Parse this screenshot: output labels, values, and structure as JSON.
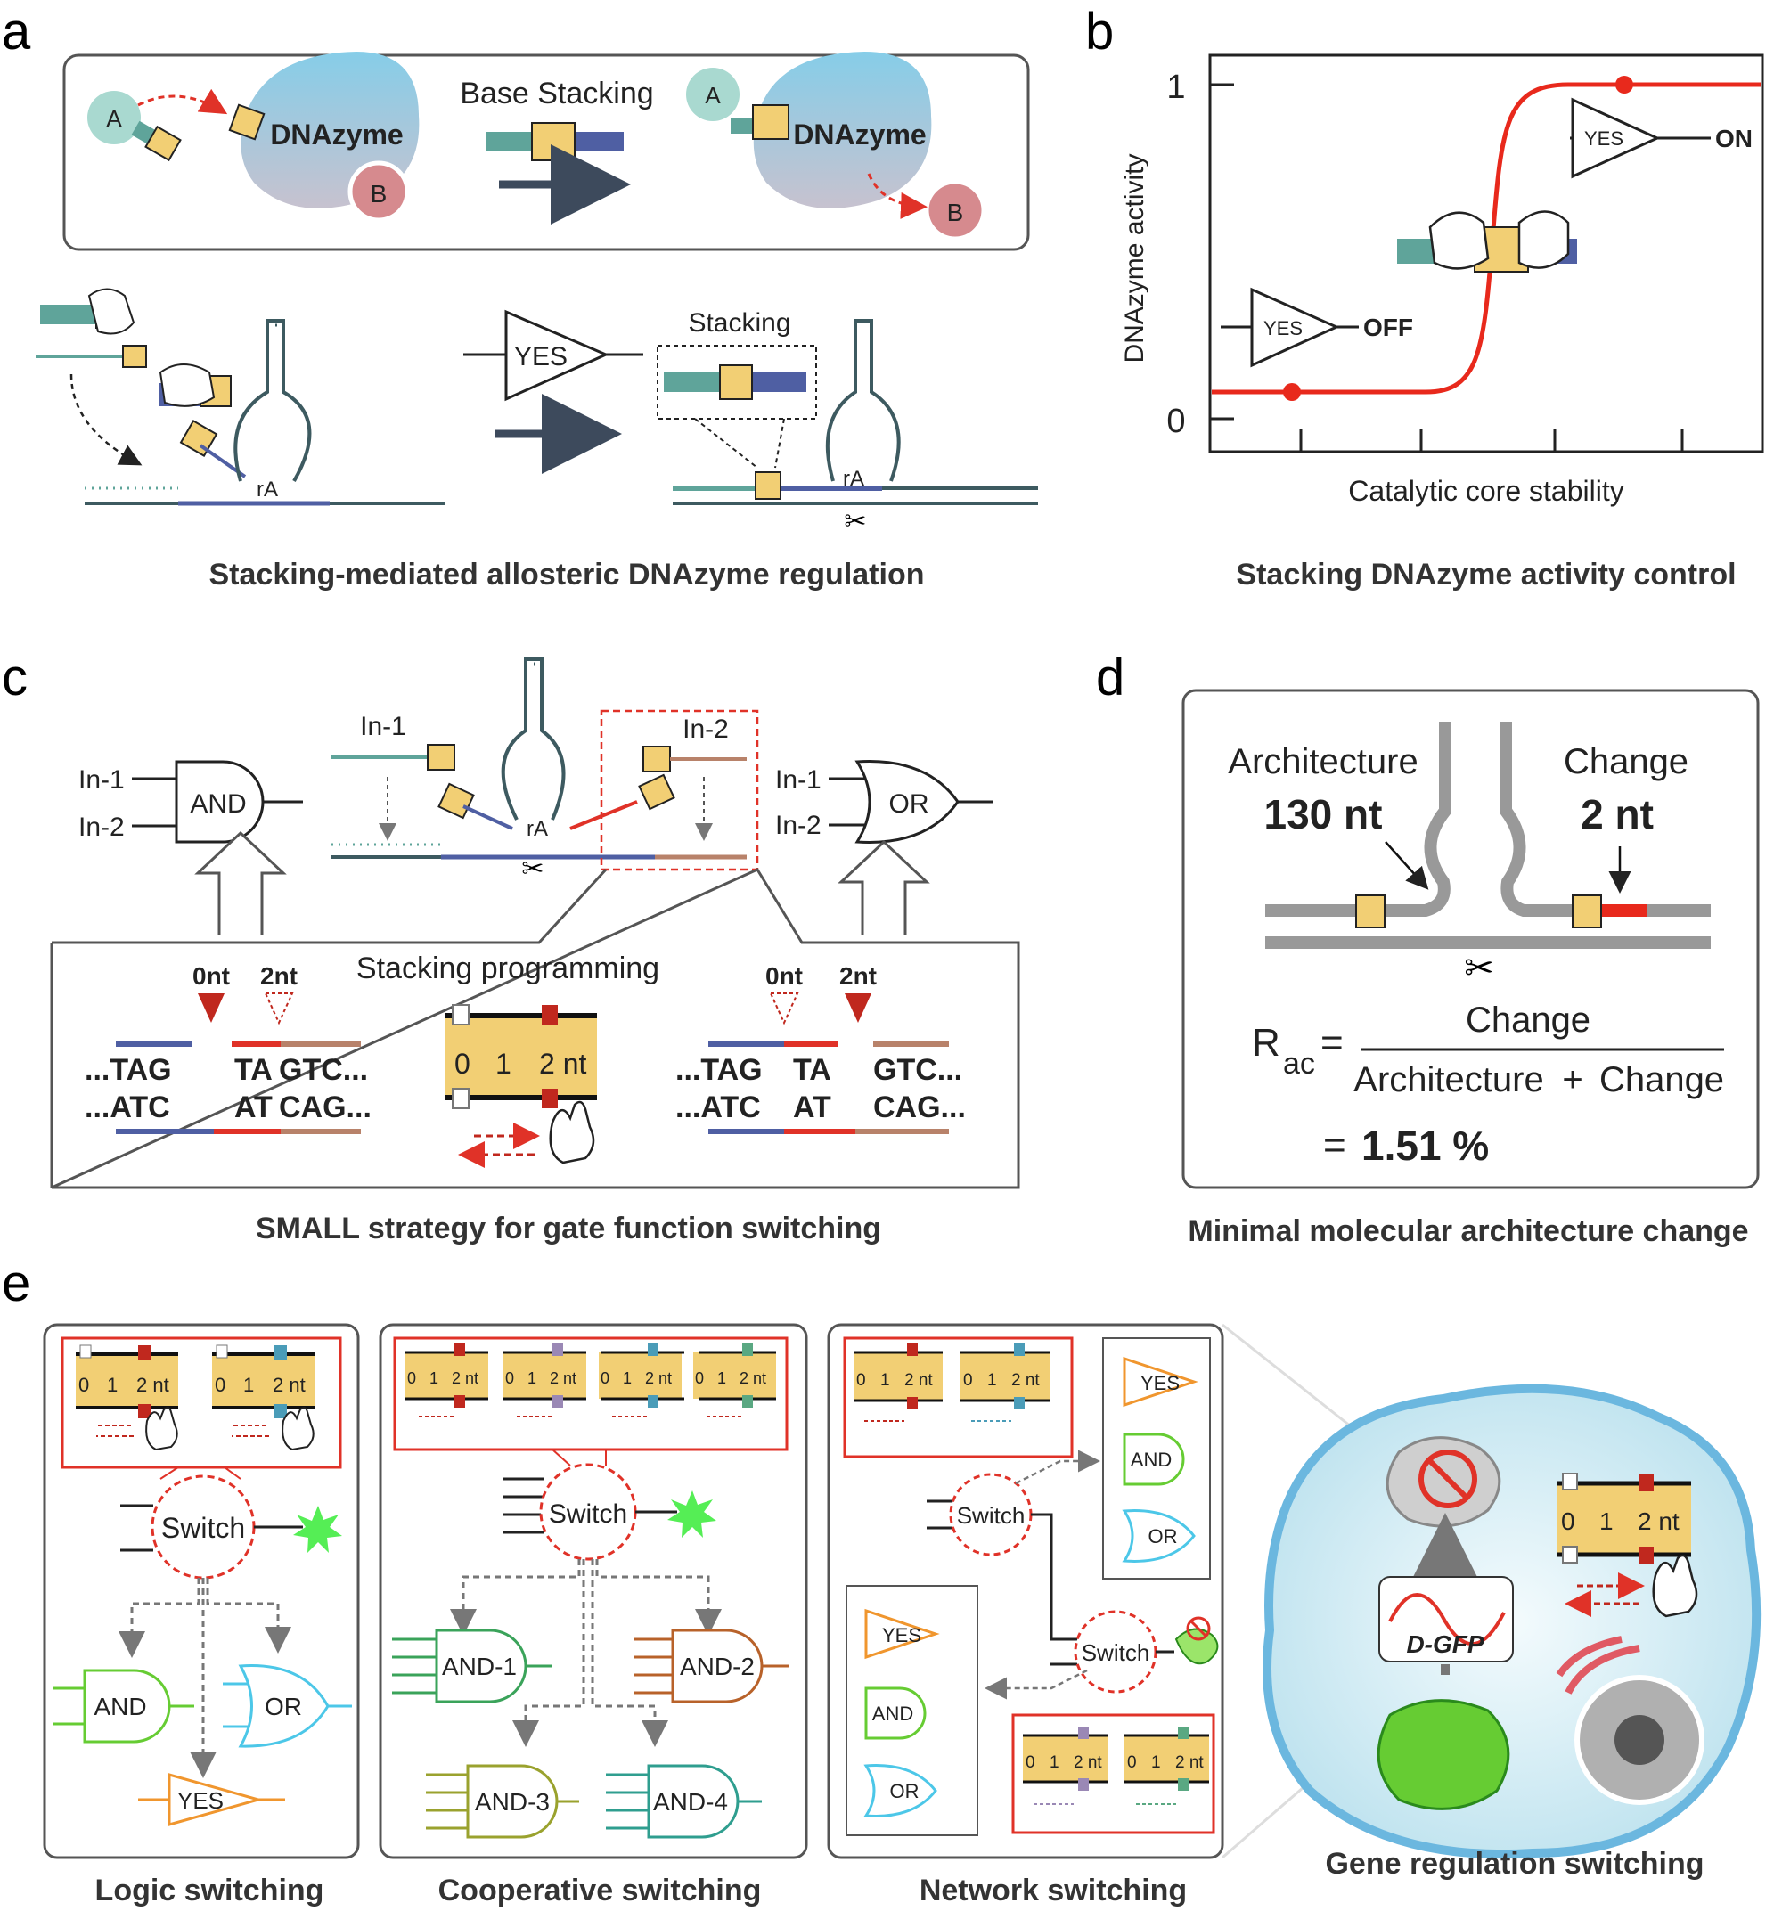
{
  "panels": {
    "a": {
      "letter": "a",
      "base_stacking": "Base Stacking",
      "enzyme": "DNAzyme",
      "node_a": "A",
      "node_b": "B",
      "gate_yes": "YES",
      "stacking": "Stacking",
      "ra": "rA",
      "caption": "Stacking-mediated allosteric DNAzyme regulation"
    },
    "b": {
      "letter": "b",
      "ylabel": "DNAzyme activity",
      "xlabel": "Catalytic core stability",
      "tick_1": "1",
      "tick_0": "0",
      "gate_yes": "YES",
      "off": "OFF",
      "on": "ON",
      "caption": "Stacking DNAzyme activity control"
    },
    "c": {
      "letter": "c",
      "in1": "In-1",
      "in2": "In-2",
      "and": "AND",
      "or": "OR",
      "ra": "rA",
      "programming": "Stacking programming",
      "nt0": "0nt",
      "nt2": "2nt",
      "left_top_blue": "...TAG",
      "left_top_red": "TA",
      "left_top_brown": "GTC...",
      "left_bot_blue": "...ATC",
      "left_bot_red": "AT",
      "left_bot_brown": "CAG...",
      "right_top_blue": "...TAG",
      "right_top_red": "TA",
      "right_top_brown": "GTC...",
      "right_bot_blue": "...ATC",
      "right_bot_red": "AT",
      "right_bot_brown": "CAG...",
      "ruler_0": "0",
      "ruler_1": "1",
      "ruler_2": "2 nt",
      "caption": "SMALL strategy for gate function switching"
    },
    "d": {
      "letter": "d",
      "architecture": "Architecture",
      "arch_nt": "130 nt",
      "change": "Change",
      "change_nt": "2 nt",
      "r": "R",
      "r_sub": "ac",
      "eq": "=",
      "num": "Change",
      "den_arch": "Architecture",
      "plus": "+",
      "den_change": "Change",
      "result_eq": "=",
      "result": "1.51 %",
      "caption": "Minimal molecular architecture change"
    },
    "e": {
      "letter": "e",
      "switch": "Switch",
      "and": "AND",
      "or": "OR",
      "yes": "YES",
      "and1": "AND-1",
      "and2": "AND-2",
      "and3": "AND-3",
      "and4": "AND-4",
      "dgfp": "D-GFP",
      "ruler_0": "0",
      "ruler_1": "1",
      "ruler_2": "2 nt",
      "cap1": "Logic switching",
      "cap2": "Cooperative switching",
      "cap3": "Network switching",
      "cap4": "Gene regulation switching"
    }
  },
  "colors": {
    "red": "#e03228",
    "teal": "#5fa49a",
    "blue": "#4f5fa3",
    "brown": "#b8826a",
    "green": "#66cc33",
    "cyan": "#4cc7e8",
    "orange": "#f0962e",
    "darkgreen": "#3aa35a",
    "olive": "#9aa22e",
    "tealgreen": "#2f9e8f",
    "amber": "#b8622a"
  }
}
